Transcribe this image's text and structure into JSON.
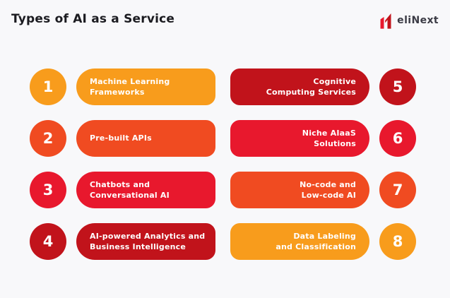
{
  "page": {
    "title": "Types of AI as a Service",
    "background_color": "#F8F8FA"
  },
  "logo": {
    "text": "eliNext",
    "mark_icon": "elinext-n-mark",
    "mark_color_light": "#E8182D",
    "mark_color_dark": "#C1131B",
    "text_color": "#3B3B45"
  },
  "palette": {
    "orange": "#F89C1C",
    "orange_red": "#F04B21",
    "crimson": "#E8182D",
    "dark_red": "#C1131B"
  },
  "items": [
    {
      "number": "1",
      "label": "Machine Learning\nFrameworks",
      "color": "#F89C1C",
      "side": "left"
    },
    {
      "number": "2",
      "label": "Pre-built APIs",
      "color": "#F04B21",
      "side": "left"
    },
    {
      "number": "3",
      "label": "Chatbots and\nConversational AI",
      "color": "#E8182D",
      "side": "left"
    },
    {
      "number": "4",
      "label": "AI-powered Analytics and\nBusiness Intelligence",
      "color": "#C1131B",
      "side": "left"
    },
    {
      "number": "5",
      "label": "Cognitive\nComputing Services",
      "color": "#C1131B",
      "side": "right"
    },
    {
      "number": "6",
      "label": "Niche AIaaS\nSolutions",
      "color": "#E8182D",
      "side": "right"
    },
    {
      "number": "7",
      "label": "No-code and\nLow-code AI",
      "color": "#F04B21",
      "side": "right"
    },
    {
      "number": "8",
      "label": "Data Labeling\nand Classification",
      "color": "#F89C1C",
      "side": "right"
    }
  ]
}
